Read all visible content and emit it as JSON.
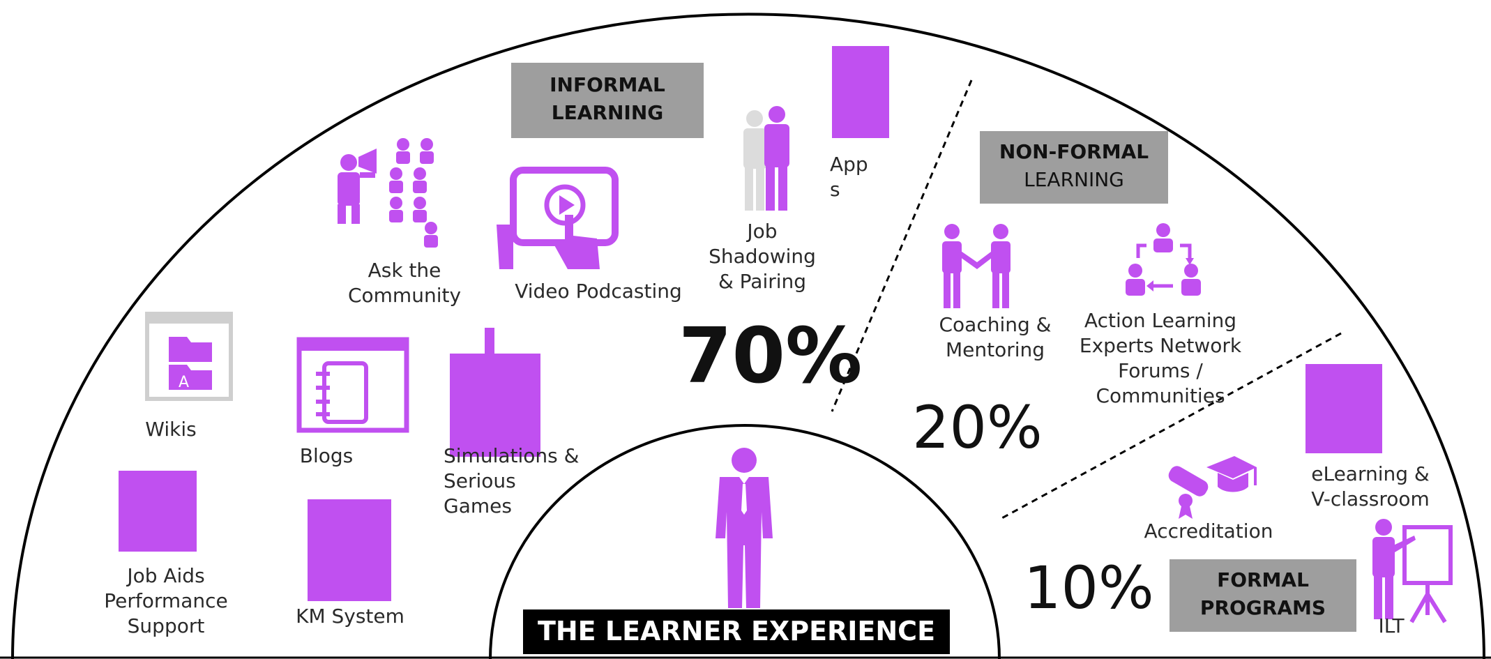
{
  "colors": {
    "accent": "#c050f0",
    "gray_box": "#9e9e9e",
    "line": "#000000"
  },
  "sections": {
    "informal": {
      "line1": "INFORMAL",
      "line2": "LEARNING"
    },
    "nonformal": {
      "line1": "NON-FORMAL",
      "line2": "LEARNING"
    },
    "formal": {
      "line1": "FORMAL",
      "line2": "PROGRAMS"
    }
  },
  "percentages": {
    "p70": "70%",
    "p20": "20%",
    "p10": "10%"
  },
  "items": {
    "ask_community": "Ask the\nCommunity",
    "video_podcasting": "Video Podcasting",
    "job_shadowing": "Job\nShadowing\n& Pairing",
    "apps": "App\ns",
    "wikis": "Wikis",
    "blogs": "Blogs",
    "simulations": "Simulations &\nSerious\nGames",
    "job_aids": "Job Aids\nPerformance\nSupport",
    "km_system": "KM System",
    "coaching": "Coaching &\nMentoring",
    "action_learning": "Action Learning\nExperts Network\nForums /\nCommunities",
    "elearning": "eLearning &\nV-classroom",
    "accreditation": "Accreditation",
    "ilt": "ILT"
  },
  "center_label": "THE LEARNER EXPERIENCE",
  "icons": [
    "megaphone-community-icon",
    "tablet-video-icon",
    "pairing-people-icon",
    "wiki-folder-icon",
    "blog-notebook-icon",
    "handshake-icon",
    "action-learning-cycle-icon",
    "graduation-diploma-icon",
    "presenter-board-icon",
    "learner-person-icon"
  ]
}
